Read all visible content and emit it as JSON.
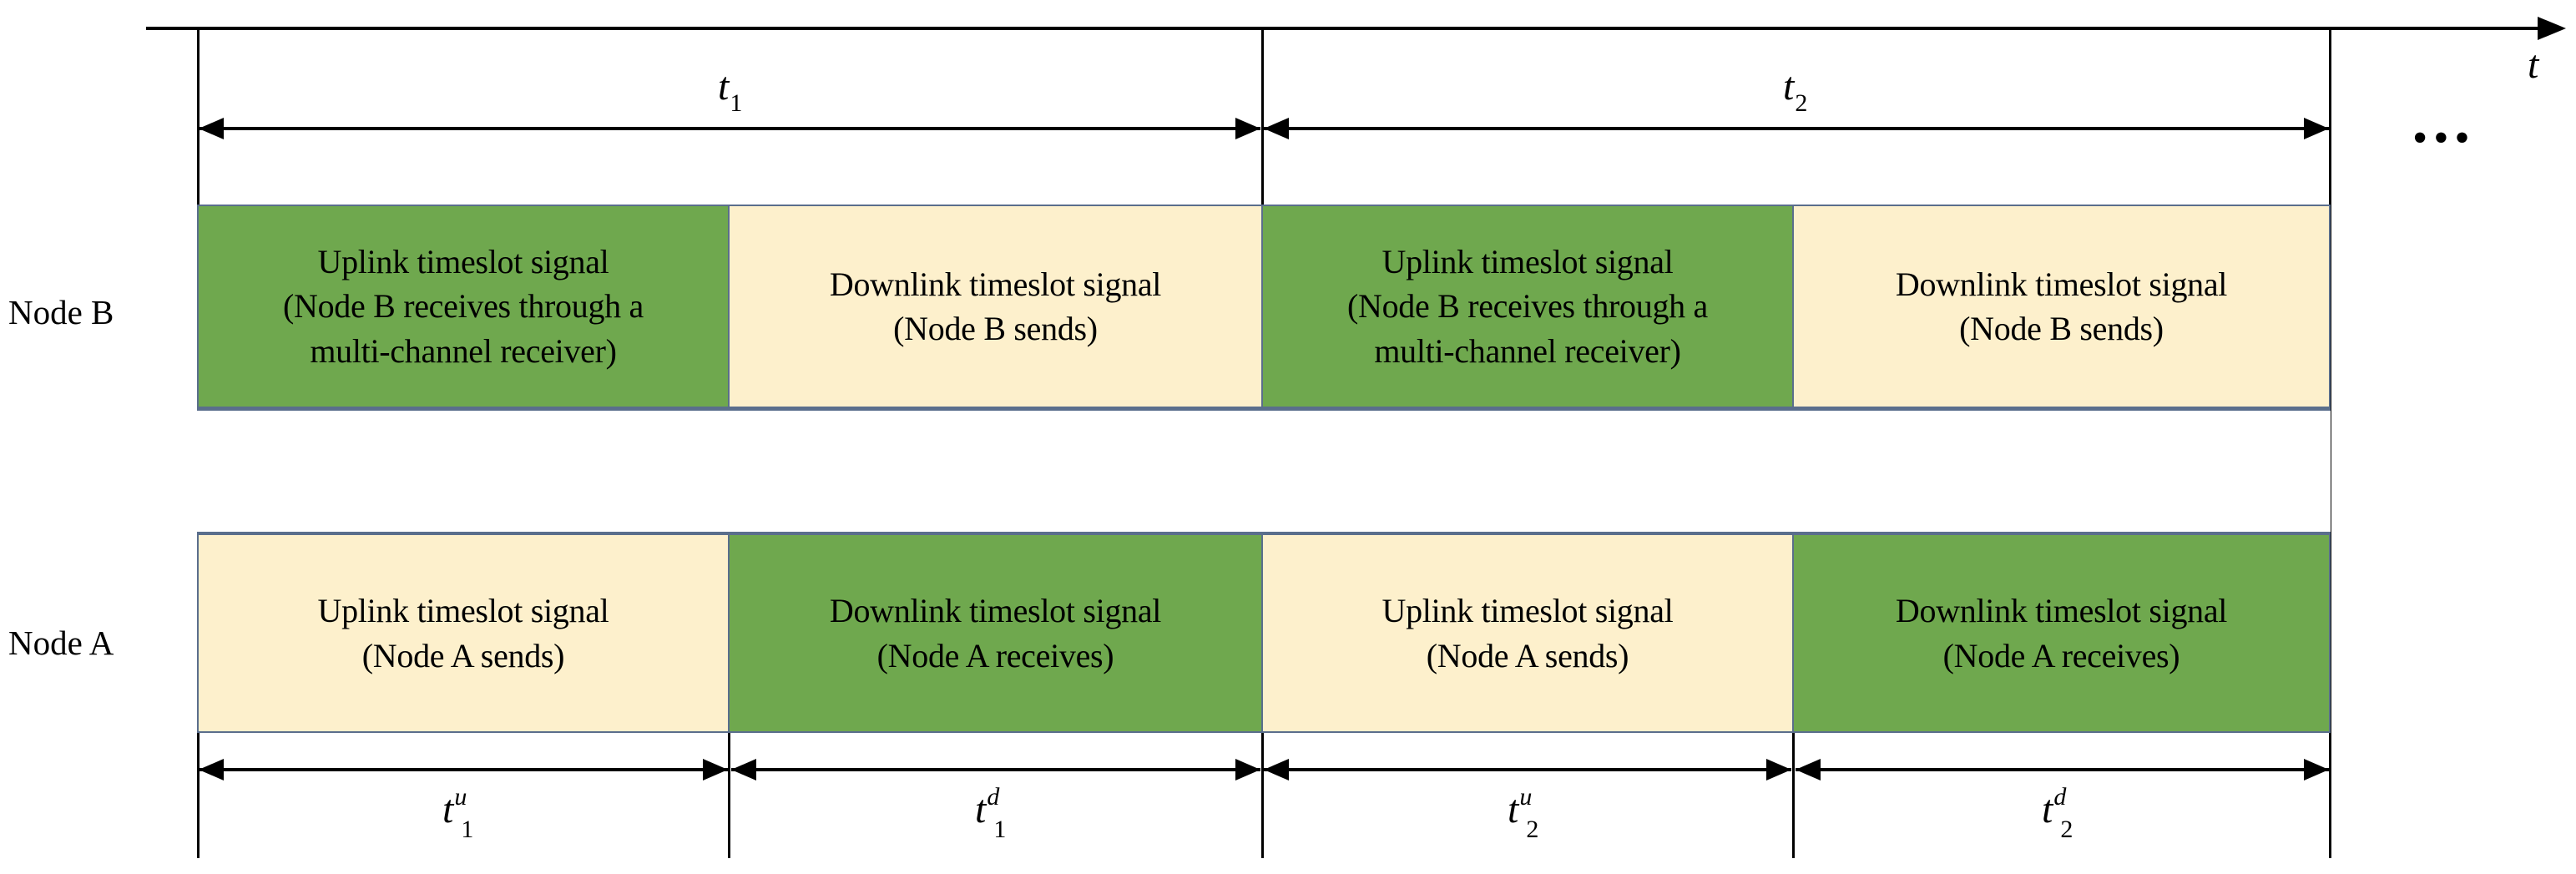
{
  "figure": {
    "type": "timing-diagram",
    "axis": {
      "label": "t",
      "direction": "right",
      "continuation": "•••"
    },
    "row_labels": {
      "node_b": "Node B",
      "node_a": "Node A"
    },
    "frame_arrows": [
      {
        "base": "t",
        "sub": "1",
        "sup": ""
      },
      {
        "base": "t",
        "sub": "2",
        "sup": ""
      }
    ],
    "slot_arrows": [
      {
        "base": "t",
        "sup": "u",
        "sub": "1"
      },
      {
        "base": "t",
        "sup": "d",
        "sub": "1"
      },
      {
        "base": "t",
        "sup": "u",
        "sub": "2"
      },
      {
        "base": "t",
        "sup": "d",
        "sub": "2"
      }
    ],
    "node_b_blocks": [
      {
        "text": "Uplink timeslot signal\n(Node B receives through a\nmulti-channel receiver)",
        "fill": "green"
      },
      {
        "text": "Downlink timeslot signal\n(Node B sends)",
        "fill": "cream"
      },
      {
        "text": "Uplink timeslot signal\n(Node B receives through a\nmulti-channel receiver)",
        "fill": "green"
      },
      {
        "text": "Downlink timeslot signal\n(Node B sends)",
        "fill": "cream"
      }
    ],
    "node_a_blocks": [
      {
        "text": "Uplink timeslot signal\n(Node A sends)",
        "fill": "cream"
      },
      {
        "text": "Downlink timeslot signal\n(Node A receives)",
        "fill": "green"
      },
      {
        "text": "Uplink timeslot signal\n(Node A sends)",
        "fill": "cream"
      },
      {
        "text": "Downlink timeslot signal\n(Node A receives)",
        "fill": "green"
      }
    ],
    "colors": {
      "green": "#6fa84e",
      "cream": "#fdf0cc",
      "block_border": "#5a6e8c",
      "line": "#000000",
      "background": "#ffffff"
    }
  }
}
